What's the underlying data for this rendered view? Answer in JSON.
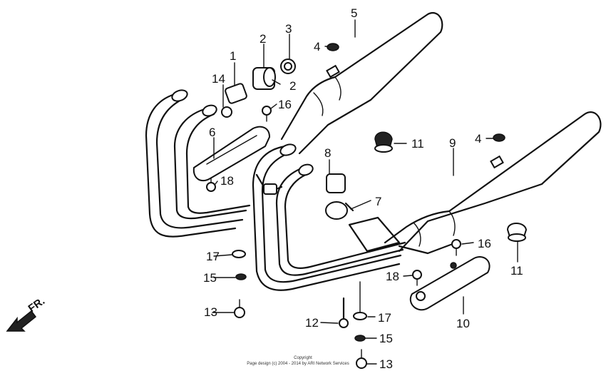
{
  "direction_label": "FR.",
  "footer": {
    "line1": "Copyright",
    "line2": "Page design (c) 2004 - 2014 by ARI Network Services"
  },
  "callouts": [
    "1",
    "2",
    "2",
    "3",
    "4",
    "4",
    "5",
    "6",
    "7",
    "8",
    "9",
    "10",
    "11",
    "11",
    "12",
    "13",
    "13",
    "14",
    "15",
    "15",
    "16",
    "16",
    "17",
    "17",
    "18",
    "18"
  ],
  "colors": {
    "line": "#111111",
    "background": "#ffffff"
  }
}
